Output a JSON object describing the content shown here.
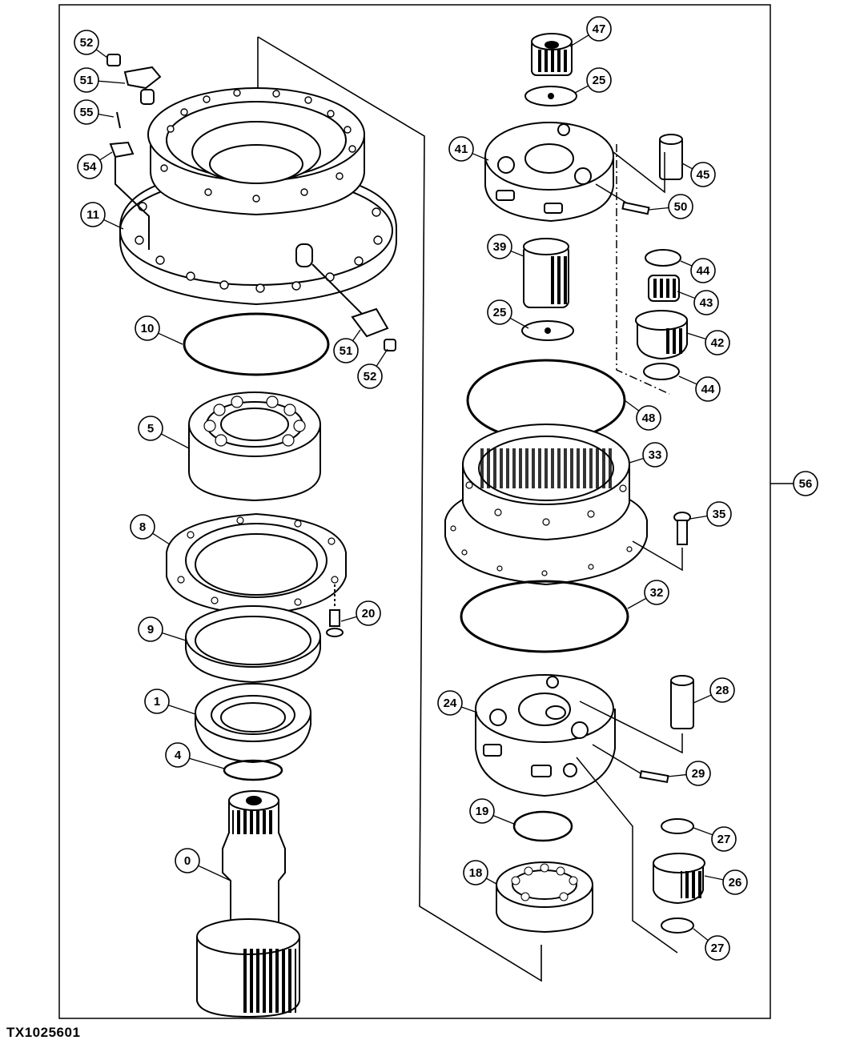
{
  "figure_code": "TX1025601",
  "callouts": [
    {
      "id": "c52a",
      "label": "52"
    },
    {
      "id": "c51a",
      "label": "51"
    },
    {
      "id": "c55",
      "label": "55"
    },
    {
      "id": "c54",
      "label": "54"
    },
    {
      "id": "c11",
      "label": "11"
    },
    {
      "id": "c10",
      "label": "10"
    },
    {
      "id": "c51b",
      "label": "51"
    },
    {
      "id": "c52b",
      "label": "52"
    },
    {
      "id": "c5",
      "label": "5"
    },
    {
      "id": "c8",
      "label": "8"
    },
    {
      "id": "c20",
      "label": "20"
    },
    {
      "id": "c9",
      "label": "9"
    },
    {
      "id": "c1",
      "label": "1"
    },
    {
      "id": "c4",
      "label": "4"
    },
    {
      "id": "c0",
      "label": "0"
    },
    {
      "id": "c47",
      "label": "47"
    },
    {
      "id": "c25a",
      "label": "25"
    },
    {
      "id": "c41",
      "label": "41"
    },
    {
      "id": "c45",
      "label": "45"
    },
    {
      "id": "c50",
      "label": "50"
    },
    {
      "id": "c39",
      "label": "39"
    },
    {
      "id": "c44a",
      "label": "44"
    },
    {
      "id": "c43",
      "label": "43"
    },
    {
      "id": "c25b",
      "label": "25"
    },
    {
      "id": "c42",
      "label": "42"
    },
    {
      "id": "c44b",
      "label": "44"
    },
    {
      "id": "c48",
      "label": "48"
    },
    {
      "id": "c33",
      "label": "33"
    },
    {
      "id": "c56",
      "label": "56"
    },
    {
      "id": "c35",
      "label": "35"
    },
    {
      "id": "c32",
      "label": "32"
    },
    {
      "id": "c28",
      "label": "28"
    },
    {
      "id": "c24",
      "label": "24"
    },
    {
      "id": "c29",
      "label": "29"
    },
    {
      "id": "c19",
      "label": "19"
    },
    {
      "id": "c27a",
      "label": "27"
    },
    {
      "id": "c18",
      "label": "18"
    },
    {
      "id": "c26",
      "label": "26"
    },
    {
      "id": "c27b",
      "label": "27"
    }
  ]
}
